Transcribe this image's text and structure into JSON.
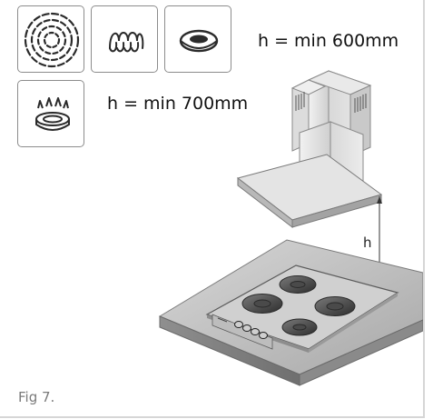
{
  "requirements": {
    "electric_label": "h = min 600mm",
    "gas_label": "h = min 700mm"
  },
  "icons": [
    "radiant-hob-icon",
    "halogen-coil-icon",
    "solid-plate-icon",
    "gas-burner-icon"
  ],
  "dimension": {
    "letter": "h"
  },
  "caption": "Fig 7."
}
